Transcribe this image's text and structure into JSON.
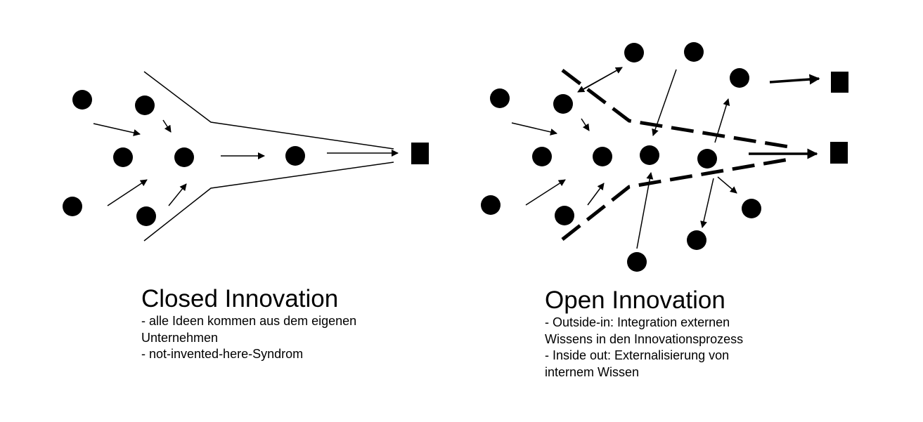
{
  "colors": {
    "ink": "#000000",
    "background": "#ffffff"
  },
  "closed": {
    "title": "Closed Innovation",
    "points": [
      "- alle Ideen kommen aus dem eigenen",
      "Unternehmen",
      "- not-invented-here-Syndrom"
    ]
  },
  "open": {
    "title": "Open Innovation",
    "points": [
      "- Outside-in:  Integration externen",
      "Wissens in den Innovationsprozess",
      "- Inside out:  Externalisierung von",
      "internem Wissen"
    ]
  }
}
